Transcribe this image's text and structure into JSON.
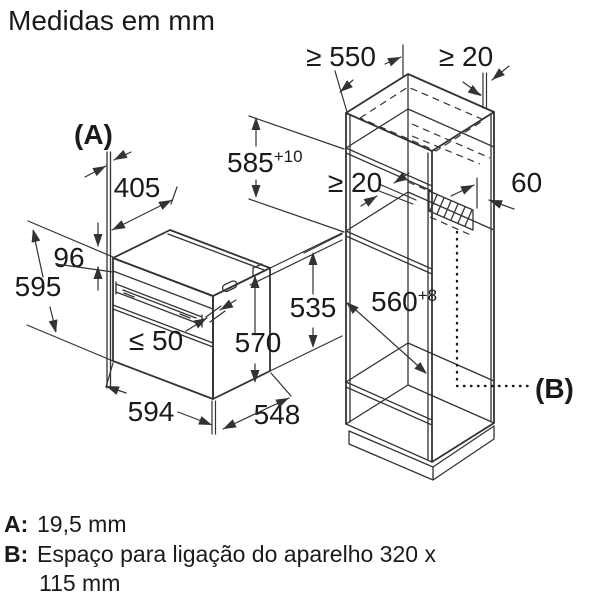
{
  "title": "Medidas em mm",
  "diagram": {
    "oven": {
      "callout_a": "(A)",
      "dim_405": "405",
      "dim_96": "96",
      "dim_595": "595",
      "dim_50": "≤ 50",
      "dim_570": "570",
      "dim_594": "594",
      "dim_548": "548"
    },
    "cabinet": {
      "callout_b": "(B)",
      "dim_550": "≥ 550",
      "dim_20_top": "≥ 20",
      "dim_585": "585",
      "dim_585_sup": "+10",
      "dim_20_inner": "≥ 20",
      "dim_60": "60",
      "dim_535": "535",
      "dim_560": "560",
      "dim_560_sup": "+8"
    }
  },
  "legend": {
    "a_key": "A:",
    "a_value": "19,5 mm",
    "b_key": "B:",
    "b_value_line1": "Espaço para ligação do aparelho 320 x",
    "b_value_line2": "115 mm"
  },
  "colors": {
    "line": "#333333",
    "text": "#1a1a1a",
    "background": "#ffffff"
  }
}
